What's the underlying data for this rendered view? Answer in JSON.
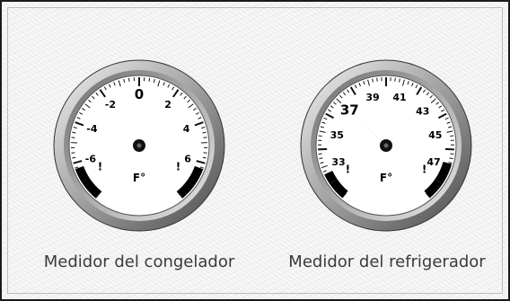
{
  "gauges": [
    {
      "id": "freezer",
      "caption": "Medidor del congelador",
      "unit_label": "F°",
      "min": -8,
      "max": 8,
      "needle_value": 0,
      "major_labels": [
        {
          "value": -6,
          "text": "-6"
        },
        {
          "value": -4,
          "text": "-4"
        },
        {
          "value": -2,
          "text": "-2"
        },
        {
          "value": 0,
          "text": "0"
        },
        {
          "value": 2,
          "text": "2"
        },
        {
          "value": 4,
          "text": "4"
        },
        {
          "value": 6,
          "text": "6"
        }
      ],
      "warning_zones": [
        {
          "from": -8,
          "to": -6.3
        },
        {
          "from": 6.3,
          "to": 8
        }
      ],
      "warning_marks": [
        {
          "value": -6,
          "text": "!"
        },
        {
          "value": 6,
          "text": "!"
        }
      ]
    },
    {
      "id": "fridge",
      "caption": "Medidor del refrigerador",
      "unit_label": "F°",
      "min": 31,
      "max": 49,
      "needle_value": 37,
      "major_labels": [
        {
          "value": 33,
          "text": "33"
        },
        {
          "value": 35,
          "text": "35"
        },
        {
          "value": 37,
          "text": "37"
        },
        {
          "value": 39,
          "text": "39"
        },
        {
          "value": 41,
          "text": "41"
        },
        {
          "value": 43,
          "text": "43"
        },
        {
          "value": 45,
          "text": "45"
        },
        {
          "value": 47,
          "text": "47"
        }
      ],
      "warning_zones": [
        {
          "from": 31,
          "to": 32.6
        },
        {
          "from": 46.8,
          "to": 49
        }
      ],
      "warning_marks": [
        {
          "value": 33,
          "text": "!"
        },
        {
          "value": 47,
          "text": "!"
        }
      ]
    }
  ]
}
